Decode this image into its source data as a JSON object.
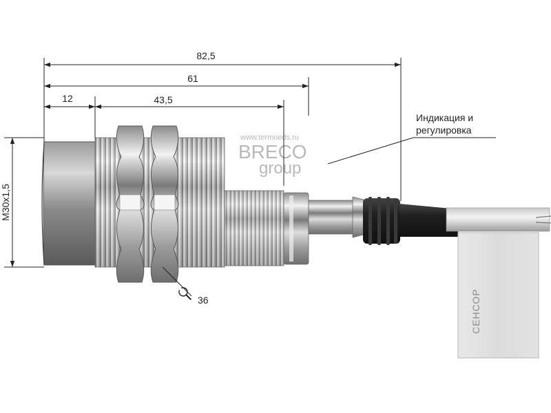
{
  "dimensions": {
    "overall": "82,5",
    "body": "61",
    "face": "12",
    "thread": "43,5",
    "diameter": "M30x1,5",
    "wrench": "36"
  },
  "callout": {
    "line1": "Индикация и",
    "line2": "регулировка"
  },
  "watermark": {
    "url": "www.termoeds.ru",
    "brand_top": "BRECO",
    "brand_bottom": "group"
  },
  "label": {
    "brand": "СЕНСОР"
  },
  "colors": {
    "line": "#222222",
    "background": "#ffffff",
    "watermark": "#b9b9b9",
    "cable": "#1e1e1e",
    "label": "#e4e4e4"
  }
}
